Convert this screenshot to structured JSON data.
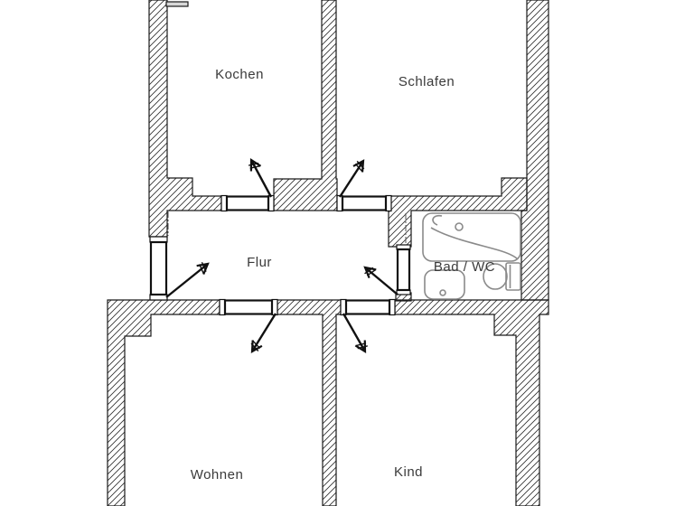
{
  "document": {
    "type": "architectural-floor-plan"
  },
  "rooms": {
    "kochen": {
      "label": "Kochen"
    },
    "schlafen": {
      "label": "Schlafen"
    },
    "flur": {
      "label": "Flur"
    },
    "bad_wc": {
      "label": "Bad / WC"
    },
    "wohnen": {
      "label": "Wohnen"
    },
    "kind": {
      "label": "Kind"
    }
  },
  "fixtures": {
    "bathtub": "bathtub",
    "washbasin": "washbasin",
    "toilet": "toilet"
  },
  "colors": {
    "wall_outline": "#1a1a1a",
    "hatch_line": "#2e2e2e",
    "fixture_line": "#8a8a8a",
    "label_text": "#3a3a3a",
    "door_line": "#111111",
    "background": "#ffffff"
  }
}
